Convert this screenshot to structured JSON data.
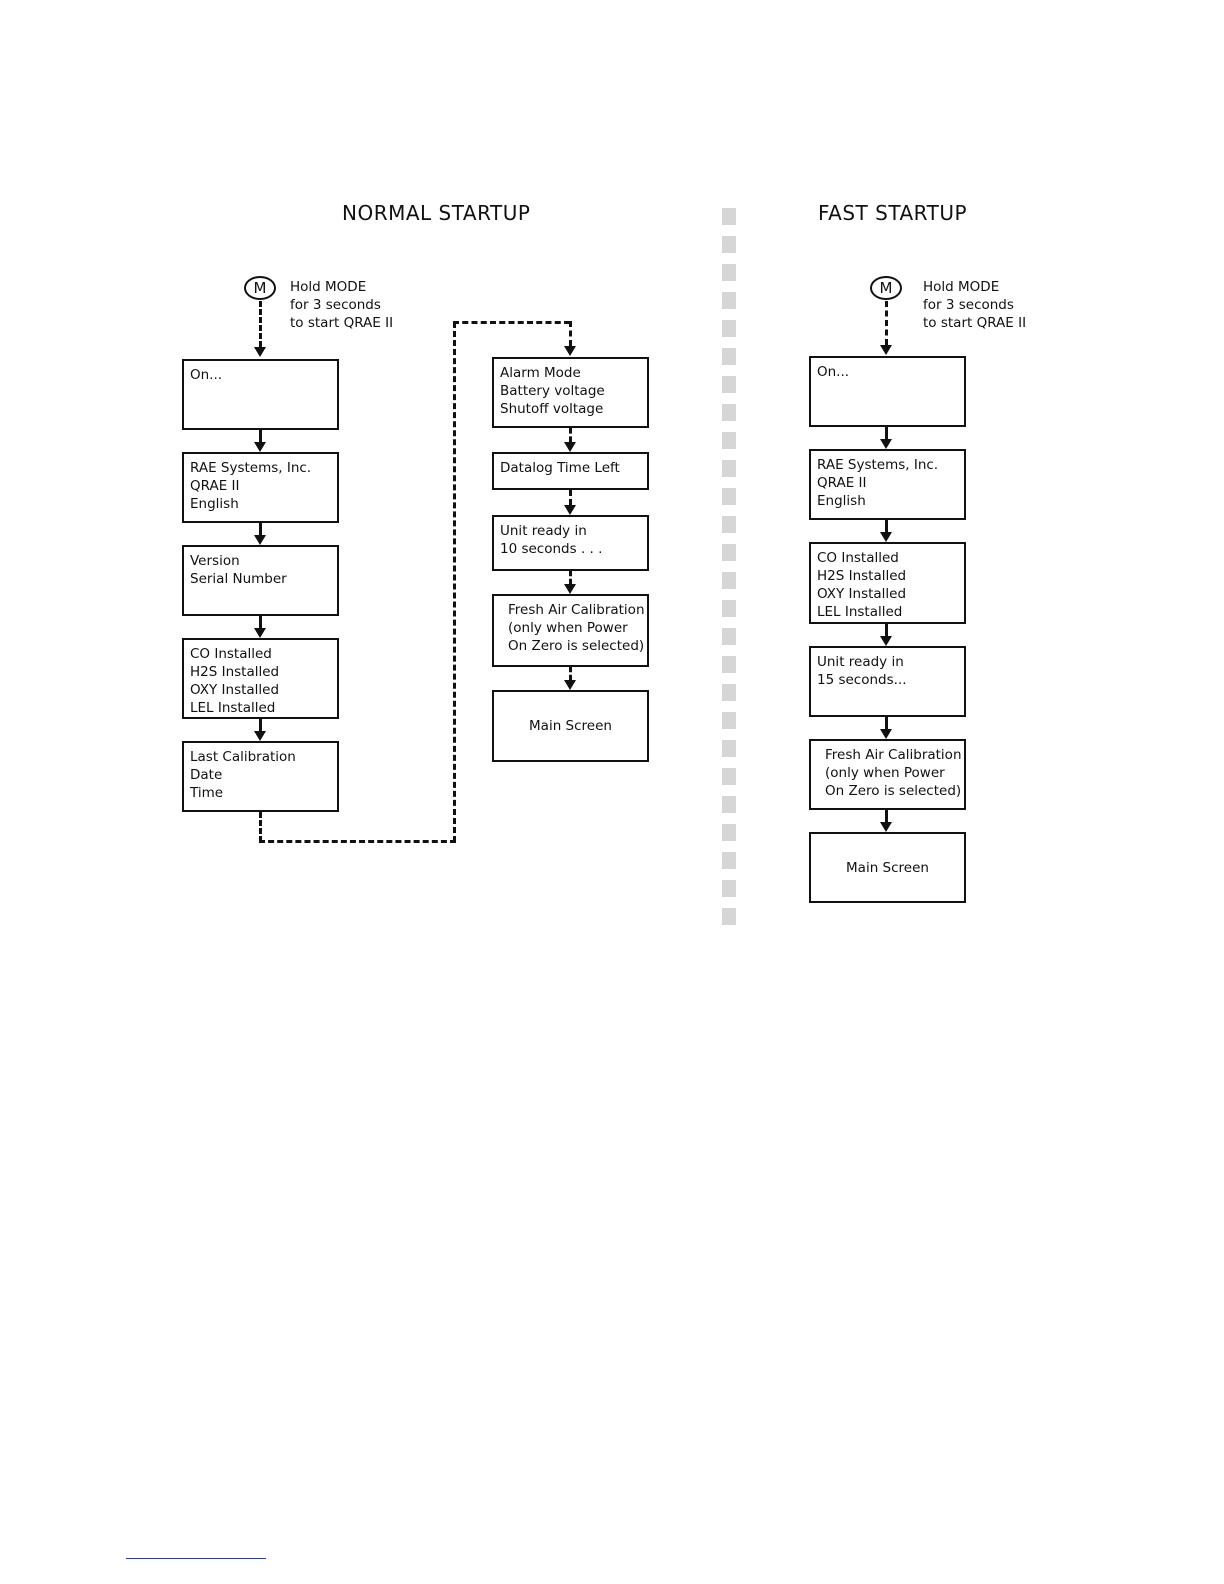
{
  "titles": {
    "normal": "NORMAL STARTUP",
    "fast": "FAST STARTUP"
  },
  "mode_button": {
    "label": "M",
    "note_lines": [
      "Hold MODE",
      "for 3 seconds",
      "to start QRAE II"
    ]
  },
  "normal_flow": {
    "left_column": [
      {
        "lines": [
          "On..."
        ]
      },
      {
        "lines": [
          "RAE Systems, Inc.",
          "QRAE II",
          "English"
        ]
      },
      {
        "lines": [
          "Version",
          "Serial Number"
        ]
      },
      {
        "lines": [
          "CO Installed",
          "H2S Installed",
          "OXY Installed",
          "LEL Installed"
        ]
      },
      {
        "lines": [
          "Last Calibration",
          "Date",
          "Time"
        ]
      }
    ],
    "right_column": [
      {
        "lines": [
          "Alarm Mode",
          "Battery voltage",
          "Shutoff voltage"
        ]
      },
      {
        "lines": [
          "Datalog Time Left"
        ]
      },
      {
        "lines": [
          "Unit ready in",
          "10 seconds . . ."
        ]
      },
      {
        "lines": [
          "Fresh Air Calibration",
          "(only when Power",
          "On Zero is selected)"
        ]
      },
      {
        "lines": [
          "Main Screen"
        ]
      }
    ]
  },
  "fast_flow": [
    {
      "lines": [
        "On..."
      ]
    },
    {
      "lines": [
        "RAE Systems, Inc.",
        "QRAE II",
        "English"
      ]
    },
    {
      "lines": [
        "CO Installed",
        "H2S Installed",
        "OXY Installed",
        "LEL Installed"
      ]
    },
    {
      "lines": [
        "Unit ready in",
        "15 seconds..."
      ]
    },
    {
      "lines": [
        "Fresh Air Calibration",
        "(only when Power",
        "On Zero is selected)"
      ]
    },
    {
      "lines": [
        "Main Screen"
      ]
    }
  ]
}
